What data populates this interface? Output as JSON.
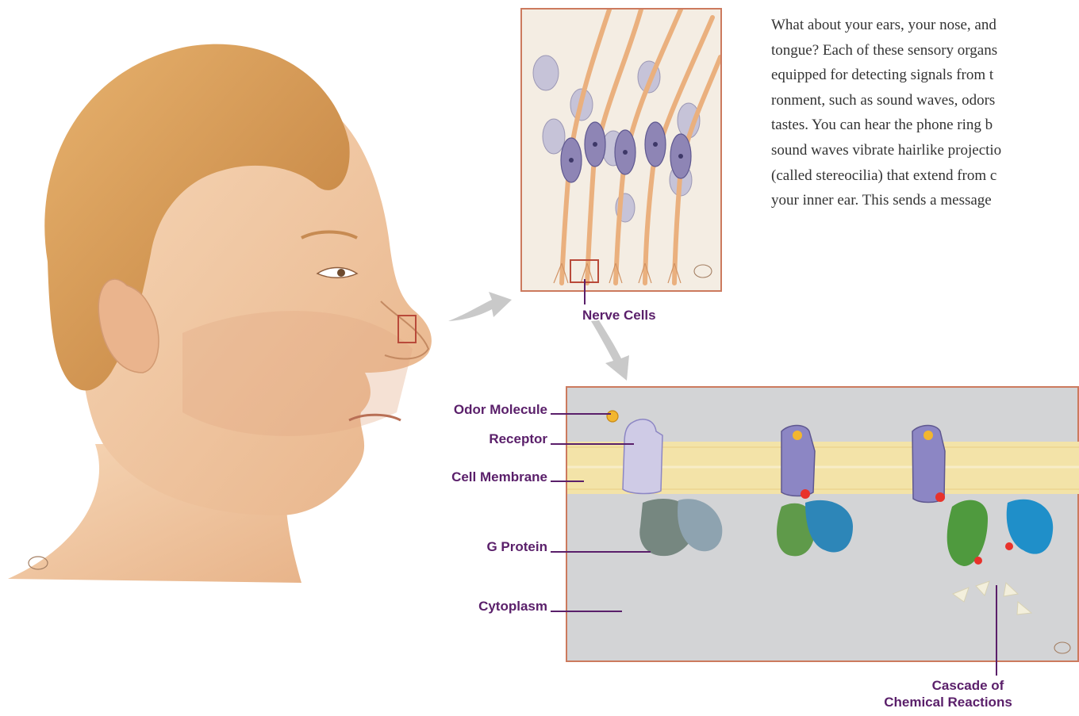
{
  "paragraph": {
    "lines": [
      "What about your ears, your nose, and",
      "tongue? Each of these sensory organs",
      "equipped for detecting signals from t",
      "ronment, such as sound waves, odors",
      "tastes. You can hear the phone ring b",
      "sound waves vibrate hairlike projectio",
      "(called stereocilia) that extend from c",
      "your inner ear. This sends a message"
    ]
  },
  "labels": {
    "nerve_cells": "Nerve Cells",
    "odor_molecule": "Odor Molecule",
    "receptor": "Receptor",
    "cell_membrane": "Cell Membrane",
    "g_protein": "G Protein",
    "cytoplasm": "Cytoplasm",
    "cascade_line1": "Cascade of",
    "cascade_line2": "Chemical Reactions"
  },
  "colors": {
    "label": "#5a1f6a",
    "panel_border": "#cc7a5e",
    "skin": "#f2c9a4",
    "hair": "#d99b52",
    "membrane": "#f3e3a8",
    "cytoplasm_bg": "#d3d4d6",
    "receptor": "#8c86c4",
    "g_protein_green": "#5f9a4a",
    "g_protein_blue": "#2d86b8"
  }
}
